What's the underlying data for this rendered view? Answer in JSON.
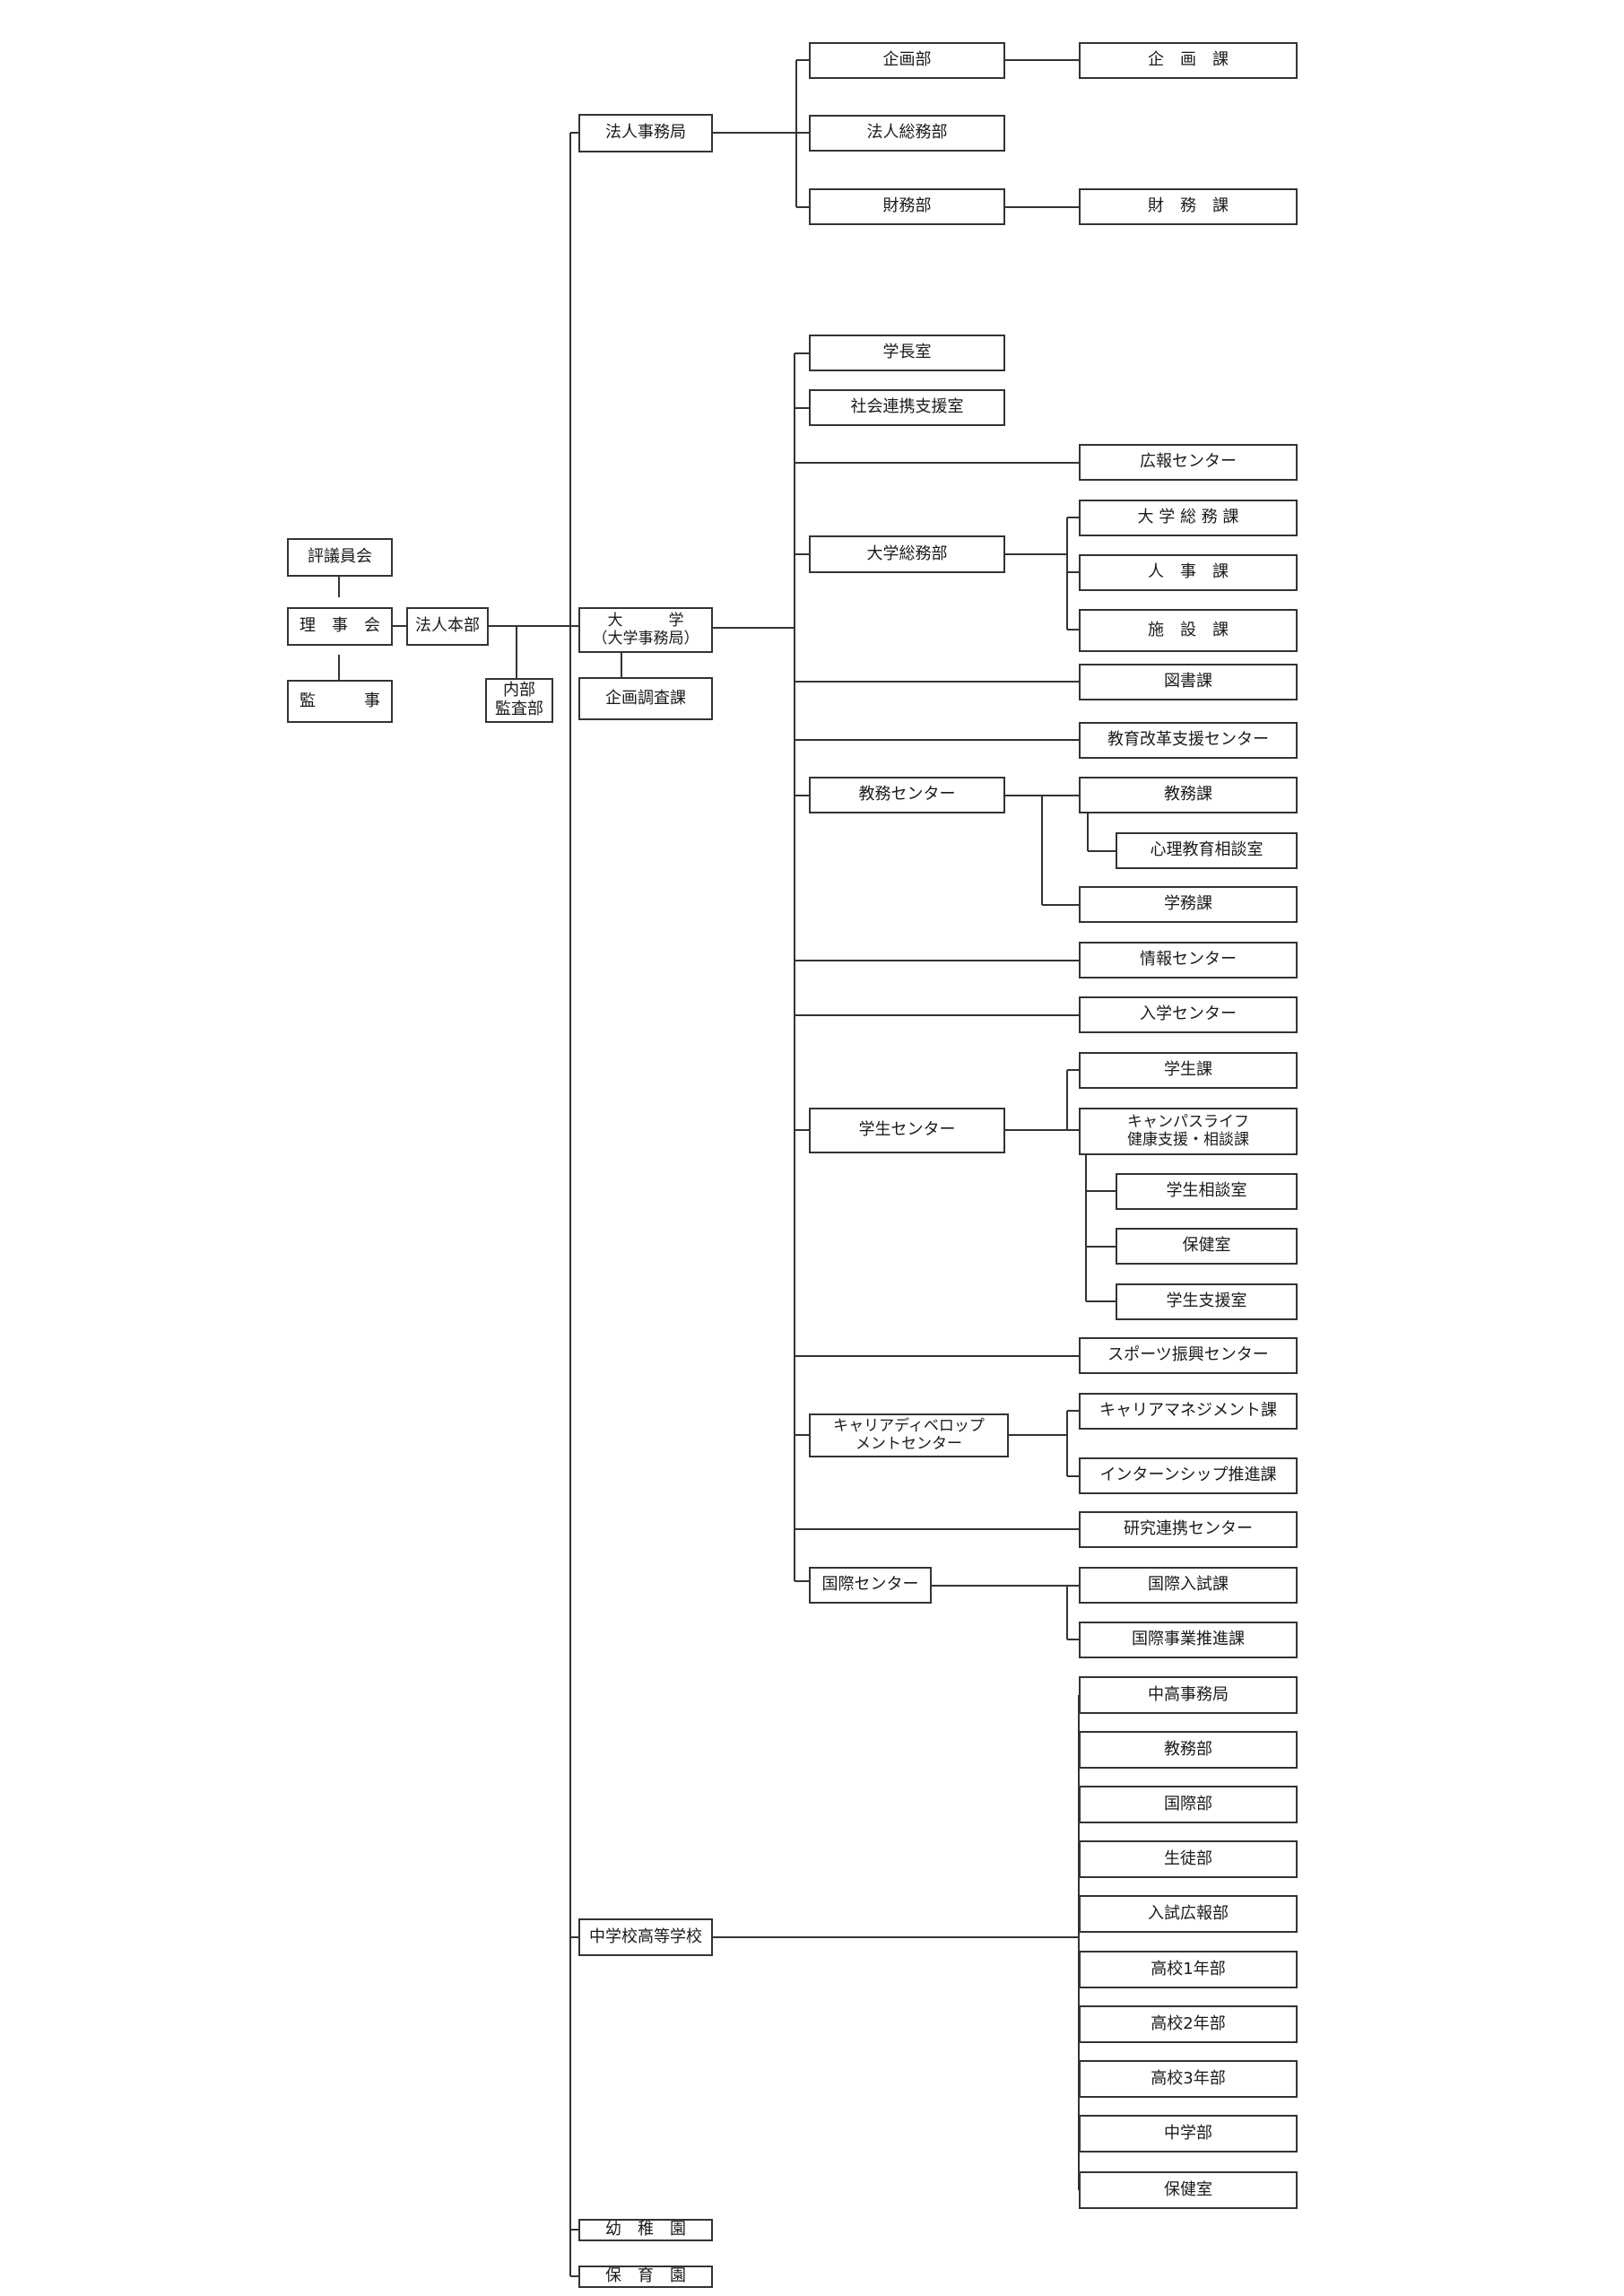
{
  "governance": {
    "council": "評議員会",
    "board": "理　事　会",
    "auditor": "監　　　事",
    "hq": "法人本部",
    "internal_audit": "内部\n監査部"
  },
  "corporate_office": {
    "title": "法人事務局",
    "planning": "企画部",
    "planning_section": "企　画　課",
    "general_affairs": "法人総務部",
    "finance": "財務部",
    "finance_section": "財　務　課"
  },
  "university": {
    "title": "大　　　学\n（大学事務局）",
    "research": "企画調査課",
    "president_office": "学長室",
    "social": "社会連携支援室",
    "pr": "広報センター",
    "general": "大学総務部",
    "general_section": "大 学 総 務 課",
    "personnel": "人　事　課",
    "facilities": "施　設　課",
    "library": "図書課",
    "edu_reform": "教育改革支援センター",
    "academic_center": "教務センター",
    "academic_section": "教務課",
    "counseling": "心理教育相談室",
    "student_affairs_section": "学務課",
    "info": "情報センター",
    "admission": "入学センター",
    "student_center": "学生センター",
    "student_section": "学生課",
    "campus_life": "キャンパスライフ\n健康支援・相談課",
    "student_counsel": "学生相談室",
    "health": "保健室",
    "student_support": "学生支援室",
    "sports": "スポーツ振興センター",
    "career": "キャリアディベロップ\nメントセンター",
    "career_mgmt": "キャリアマネジメント課",
    "internship": "インターンシップ推進課",
    "research_collab": "研究連携センター",
    "intl": "国際センター",
    "intl_admission": "国際入試課",
    "intl_projects": "国際事業推進課"
  },
  "high_school": {
    "title": "中学校高等学校",
    "departments": [
      "中高事務局",
      "教務部",
      "国際部",
      "生徒部",
      "入試広報部",
      "高校1年部",
      "高校2年部",
      "高校3年部",
      "中学部",
      "保健室"
    ]
  },
  "kindergarten": "幼　稚　園",
  "nursery": "保　育　園"
}
